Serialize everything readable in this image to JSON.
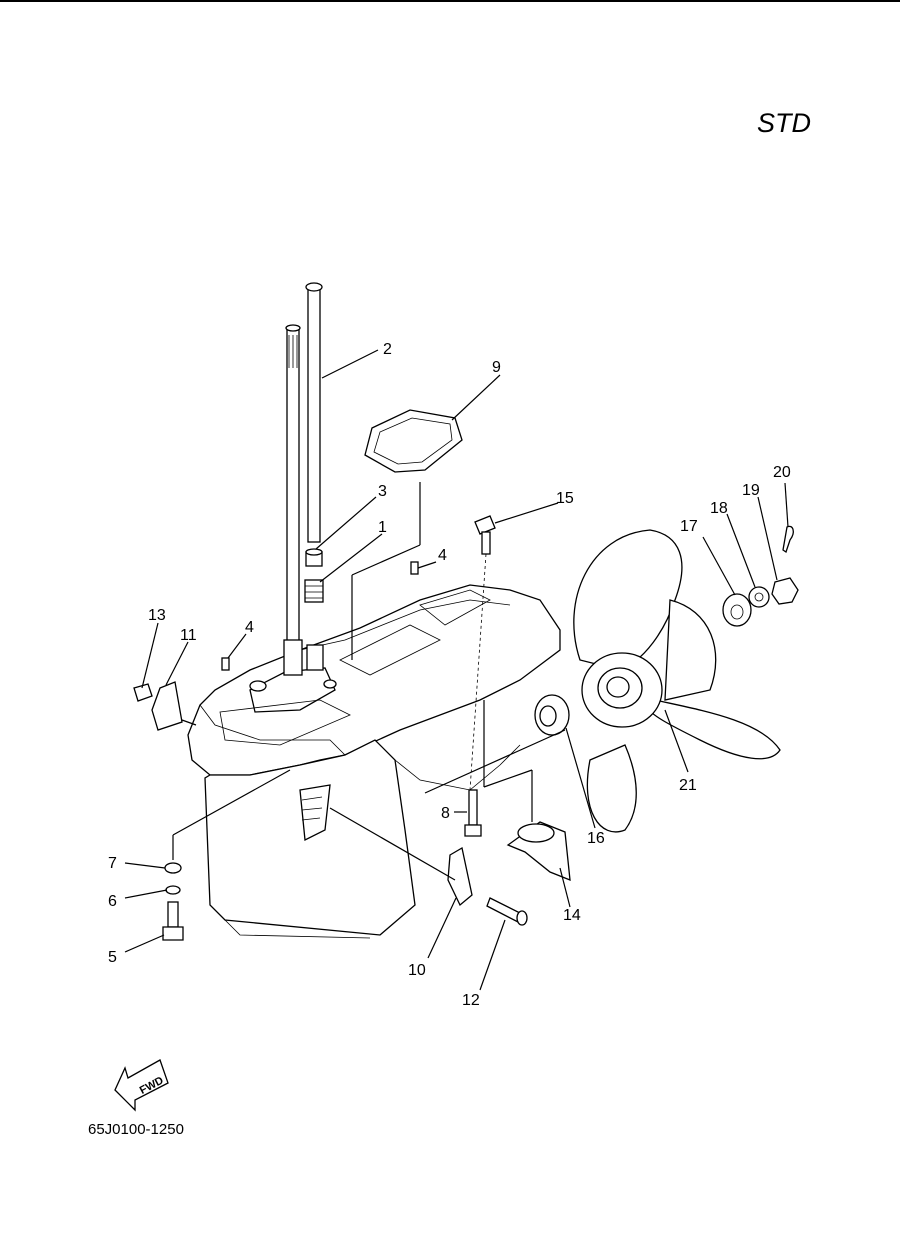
{
  "header": {
    "variant_label": "STD"
  },
  "footer": {
    "diagram_code": "65J0100-1250"
  },
  "fwd_arrow": {
    "label": "FWD"
  },
  "callouts": [
    {
      "n": "1"
    },
    {
      "n": "2"
    },
    {
      "n": "3"
    },
    {
      "n": "4"
    },
    {
      "n": "4"
    },
    {
      "n": "5"
    },
    {
      "n": "6"
    },
    {
      "n": "7"
    },
    {
      "n": "8"
    },
    {
      "n": "9"
    },
    {
      "n": "10"
    },
    {
      "n": "11"
    },
    {
      "n": "12"
    },
    {
      "n": "13"
    },
    {
      "n": "14"
    },
    {
      "n": "15"
    },
    {
      "n": "16"
    },
    {
      "n": "17"
    },
    {
      "n": "18"
    },
    {
      "n": "19"
    },
    {
      "n": "20"
    },
    {
      "n": "21"
    }
  ]
}
